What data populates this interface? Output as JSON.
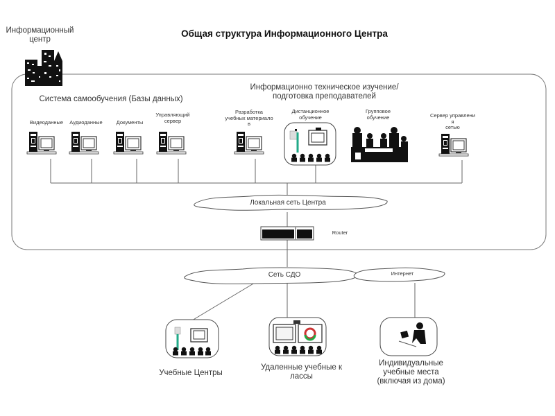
{
  "title": "Общая структура Информационного Центра",
  "info_center_label": "Информационный\nцентр",
  "groups": {
    "self_study": "Система самообучения (Базы данных)",
    "tech_training": "Информационно техническое изучение/\nподготовка преподавателей"
  },
  "nodes": [
    {
      "id": "video",
      "label": "Видеоданные",
      "icon": "computer-icon"
    },
    {
      "id": "audio",
      "label": "Аудиоданные",
      "icon": "computer-icon"
    },
    {
      "id": "docs",
      "label": "Документы",
      "icon": "computer-icon"
    },
    {
      "id": "mgmt",
      "label": "Управляющий\nсервер",
      "icon": "computer-icon"
    },
    {
      "id": "materials",
      "label": "Разработка\nучебных материало\nв",
      "icon": "computer-icon"
    },
    {
      "id": "distance",
      "label": "Дистанционное\nобучение",
      "icon": "presentation-icon"
    },
    {
      "id": "group",
      "label": "Групповое\nобучение",
      "icon": "group-meeting-icon"
    },
    {
      "id": "netserver",
      "label": "Сервер управлени\nя\nсетью",
      "icon": "computer-icon"
    }
  ],
  "networks": {
    "local": "Локальная сеть Центра",
    "router": "Router",
    "sdo": "Сеть СДО",
    "internet": "Интернет"
  },
  "endpoints": [
    {
      "id": "centers",
      "label": "Учебные Центры",
      "icon": "presentation-icon"
    },
    {
      "id": "remote",
      "label": "Удаленные учебные к\nлассы",
      "icon": "video-conference-icon"
    },
    {
      "id": "individual",
      "label": "Индивидуальные\nучебные места\n(включая из дома)",
      "icon": "home-user-icon"
    }
  ]
}
